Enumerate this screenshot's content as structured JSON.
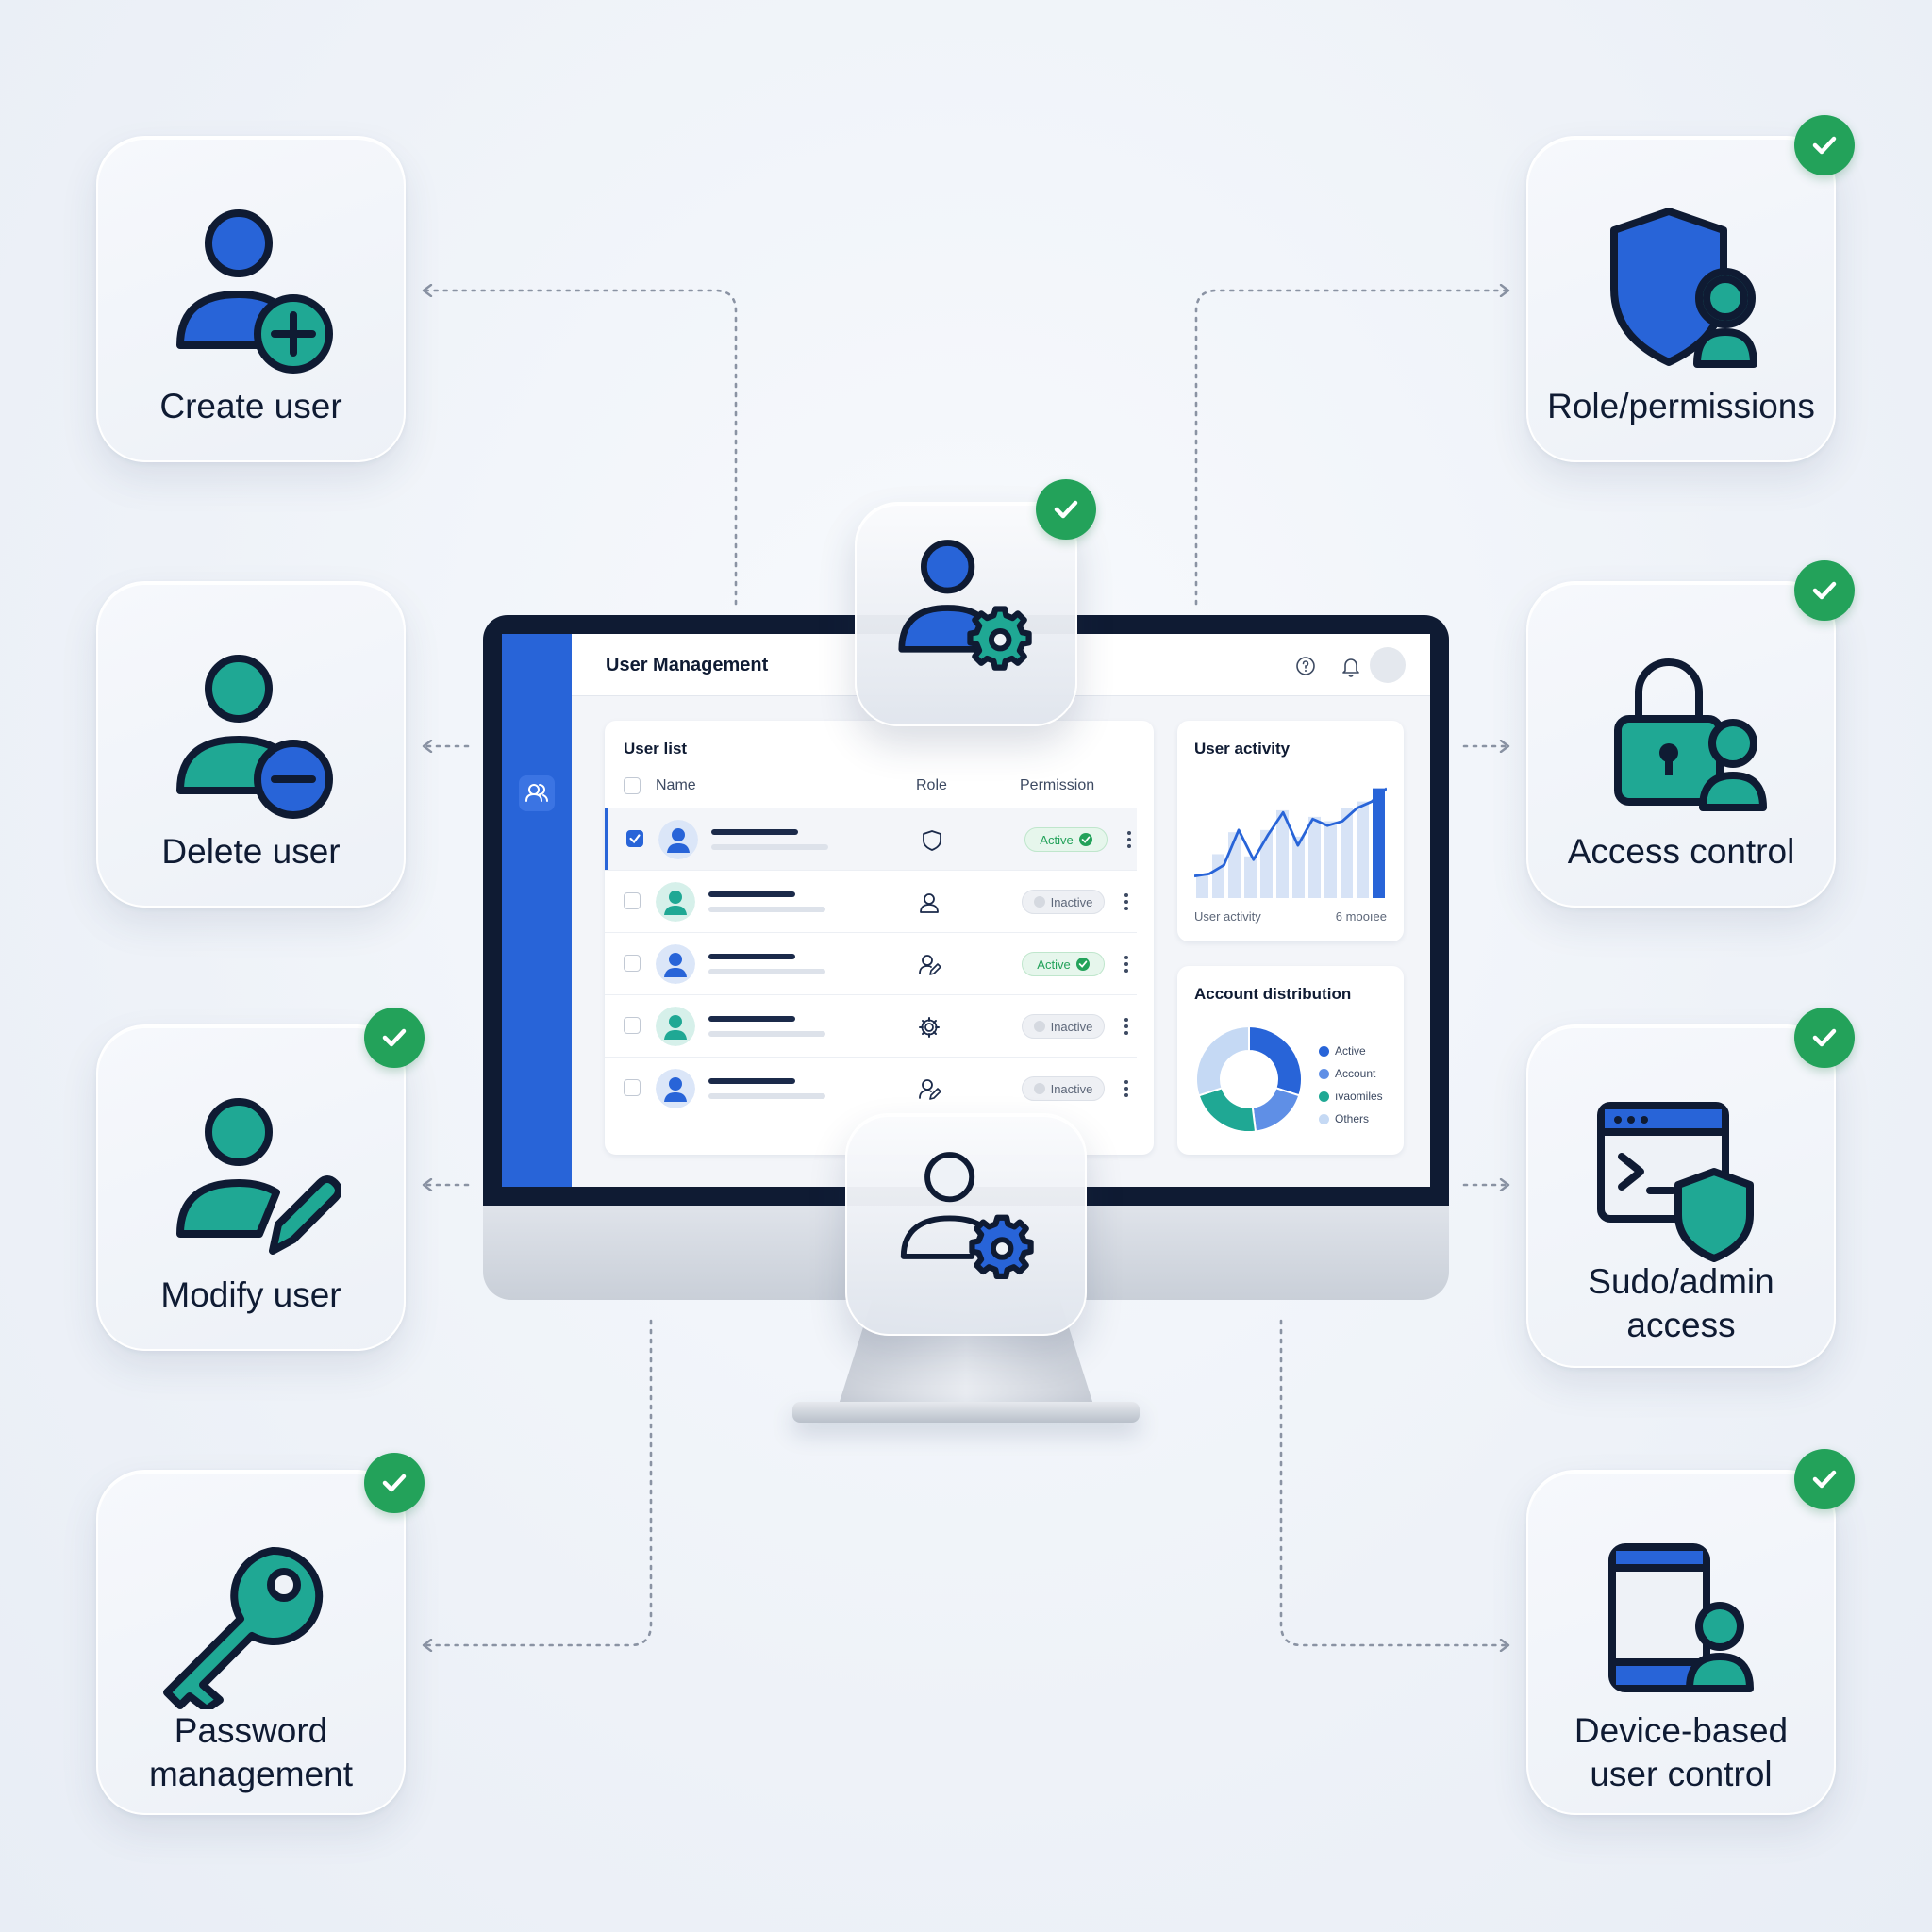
{
  "features": {
    "create_user": "Create user",
    "delete_user": "Delete user",
    "modify_user": "Modify user",
    "password_management_1": "Password",
    "password_management_2": "management",
    "role_permissions": "Role/permissions",
    "access_control": "Access control",
    "sudo_admin_1": "Sudo/admin",
    "sudo_admin_2": "access",
    "device_control_1": "Device-based",
    "device_control_2": "user control"
  },
  "app": {
    "title": "User Management",
    "user_list": {
      "title": "User list",
      "columns": {
        "name": "Name",
        "role": "Role",
        "permission": "Permission"
      },
      "rows": [
        {
          "role_icon": "shield-icon",
          "status": "Active",
          "avatar": "blue",
          "selected": true
        },
        {
          "role_icon": "user-icon",
          "status": "Inactive",
          "avatar": "teal",
          "selected": false
        },
        {
          "role_icon": "user-edit-icon",
          "status": "Active",
          "avatar": "blue",
          "selected": false
        },
        {
          "role_icon": "gear-icon",
          "status": "Inactive",
          "avatar": "teal",
          "selected": false
        },
        {
          "role_icon": "user-edit-icon",
          "status": "Inactive",
          "avatar": "blue",
          "selected": false
        }
      ]
    },
    "activity": {
      "title": "User activity",
      "footer_left": "User activity",
      "footer_right": "6 mooıee"
    },
    "distribution": {
      "title": "Account distribution",
      "legend": [
        "Active",
        "Account",
        "ıvaomiles",
        "Others"
      ]
    }
  },
  "colors": {
    "blue": "#2864d8",
    "teal": "#1fa894",
    "navy": "#0f1b33",
    "green_check": "#23a25a",
    "light_blue": "#b9d3f4"
  },
  "chart_data": [
    {
      "type": "line",
      "title": "User activity",
      "x": [
        1,
        2,
        3,
        4,
        5,
        6,
        7,
        8,
        9,
        10,
        11,
        12,
        13,
        14
      ],
      "values": [
        20,
        22,
        30,
        62,
        35,
        58,
        78,
        48,
        72,
        66,
        70,
        82,
        88,
        100
      ],
      "bars": [
        22,
        40,
        60,
        38,
        62,
        80,
        56,
        74,
        70,
        82,
        88,
        100
      ],
      "ylim": [
        0,
        110
      ]
    },
    {
      "type": "pie",
      "title": "Account distribution",
      "categories": [
        "Active",
        "Account",
        "ıvaomiles",
        "Others"
      ],
      "values": [
        30,
        18,
        22,
        30
      ],
      "colors": [
        "#2864d8",
        "#5f8fe6",
        "#1fa894",
        "#c5d9f4"
      ]
    }
  ]
}
